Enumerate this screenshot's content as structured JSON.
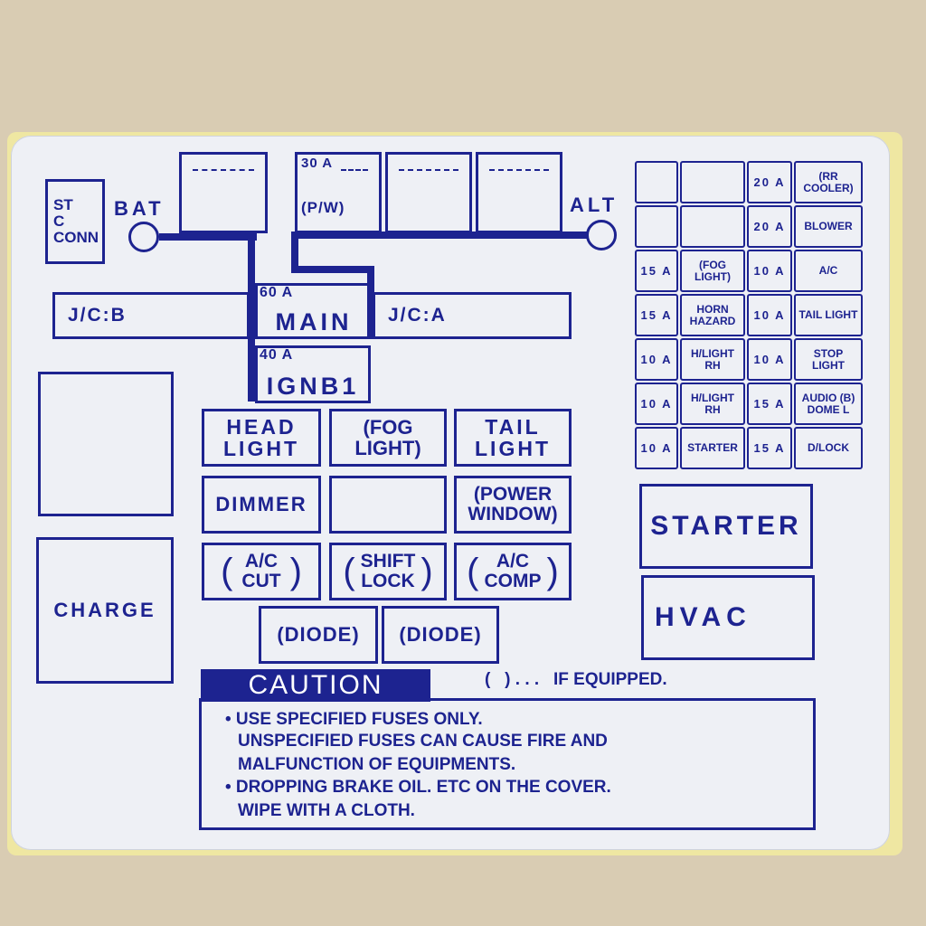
{
  "sticker": {
    "st_conn": [
      "ST",
      "C",
      "CONN"
    ],
    "bat": "BAT",
    "alt": "ALT",
    "fuse_30a": "30 A",
    "pw": "(P/W)",
    "fuse_60a": "60 A",
    "main": "MAIN",
    "jcb": "J/C:B",
    "jca": "J/C:A",
    "fuse_40a": "40 A",
    "ignb1": "IGNB1",
    "charge": "CHARGE",
    "starter": "STARTER",
    "hvac": "HVAC"
  },
  "relays": {
    "head_light": [
      "HEAD",
      "LIGHT"
    ],
    "fog_light": [
      "(FOG",
      "LIGHT)"
    ],
    "tail_light": [
      "TAIL",
      "LIGHT"
    ],
    "dimmer": "DIMMER",
    "power_window": [
      "(POWER",
      "WINDOW)"
    ],
    "ac_cut": [
      "(",
      "A/C",
      "CUT",
      ")"
    ],
    "shift_lock": [
      "(",
      "SHIFT",
      "LOCK",
      ")"
    ],
    "ac_comp": [
      "(",
      "A/C",
      "COMP",
      ")"
    ],
    "diode_1": "(DIODE)",
    "diode_2": "(DIODE)"
  },
  "fuse_table": {
    "rows": [
      [
        "",
        "",
        "20 A",
        "(RR COOLER)"
      ],
      [
        "",
        "",
        "20 A",
        "BLOWER"
      ],
      [
        "15 A",
        "(FOG LIGHT)",
        "10 A",
        "A/C"
      ],
      [
        "15 A",
        "HORN HAZARD",
        "10 A",
        "TAIL LIGHT"
      ],
      [
        "10 A",
        "H/LIGHT RH",
        "10 A",
        "STOP LIGHT"
      ],
      [
        "10 A",
        "H/LIGHT RH",
        "15 A",
        "AUDIO (B) DOME L"
      ],
      [
        "10 A",
        "STARTER",
        "15 A",
        "D/LOCK"
      ]
    ]
  },
  "caution": {
    "title": "CAUTION",
    "note": "(   ) . . .   IF EQUIPPED.",
    "lines": [
      "• USE SPECIFIED FUSES ONLY.",
      "UNSPECIFIED FUSES CAN CAUSE FIRE AND",
      "MALFUNCTION OF EQUIPMENTS.",
      "• DROPPING BRAKE OIL. ETC ON THE COVER.",
      "WIPE WITH A CLOTH."
    ]
  },
  "colors": {
    "ink": "#1d2390",
    "label_bg": "#eef0f5",
    "backing": "#efe7a2",
    "table": "#d9ccb3"
  }
}
